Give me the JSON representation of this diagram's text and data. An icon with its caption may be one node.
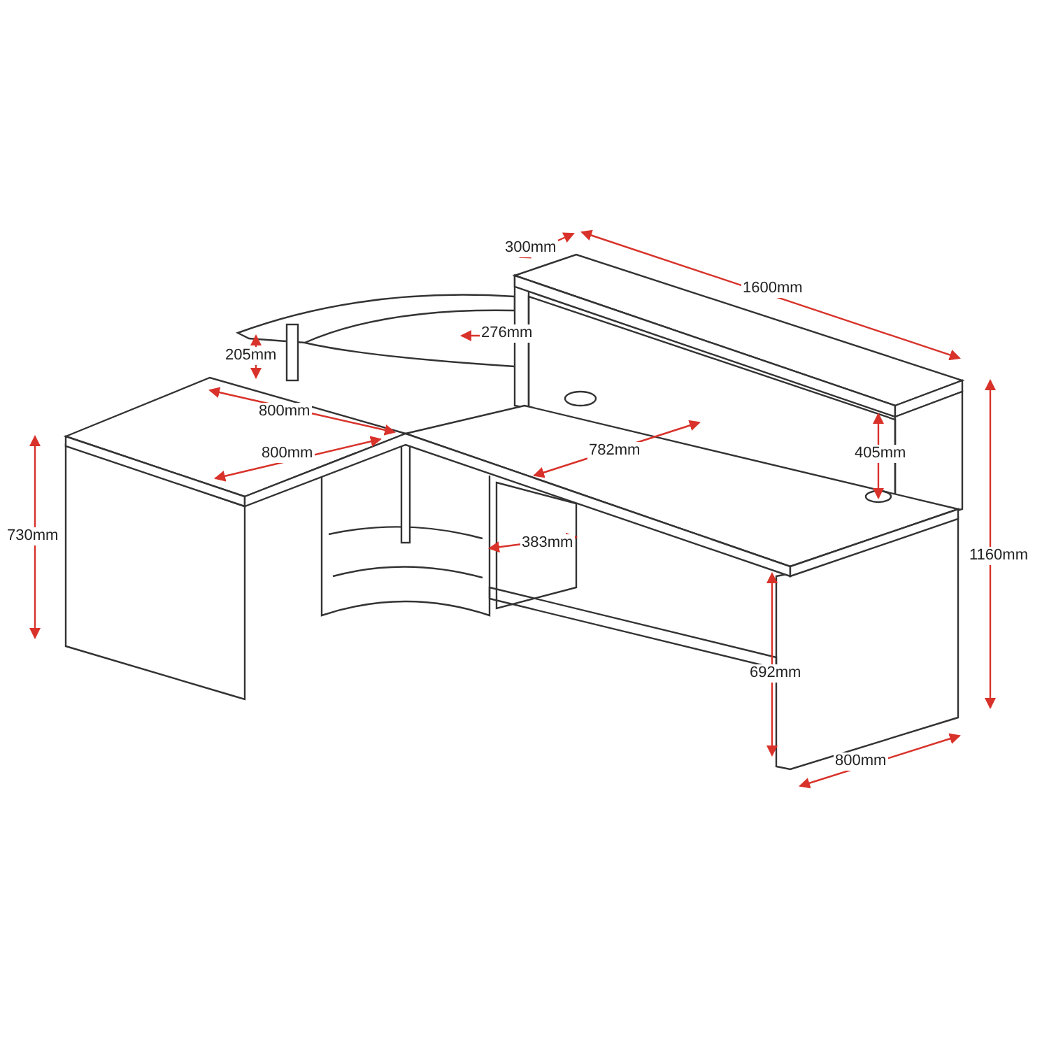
{
  "diagram": {
    "labels": [
      "300mm",
      "1600mm",
      "276mm",
      "205mm",
      "800mm",
      "800mm",
      "782mm",
      "405mm",
      "730mm",
      "383mm",
      "1160mm",
      "692mm",
      "800mm"
    ]
  }
}
